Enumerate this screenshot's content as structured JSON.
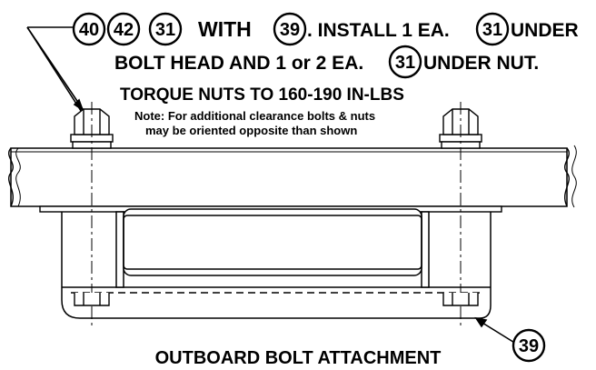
{
  "instructions": {
    "line1": {
      "callouts": [
        "40",
        "42",
        "31"
      ],
      "with_label": "WITH",
      "with_callout": "39",
      "install_text": ". INSTALL 1 EA.",
      "install_callout": "31",
      "under_text": "UNDER"
    },
    "line2": {
      "text": "BOLT HEAD AND  1 or 2 EA.",
      "callout": "31",
      "under_text": "UNDER NUT."
    },
    "torque": "TORQUE NUTS TO 160-190 IN-LBS",
    "note_line1": "Note: For additional clearance bolts & nuts",
    "note_line2": "may be oriented opposite than shown"
  },
  "callout_39": "39",
  "caption": "OUTBOARD BOLT ATTACHMENT"
}
